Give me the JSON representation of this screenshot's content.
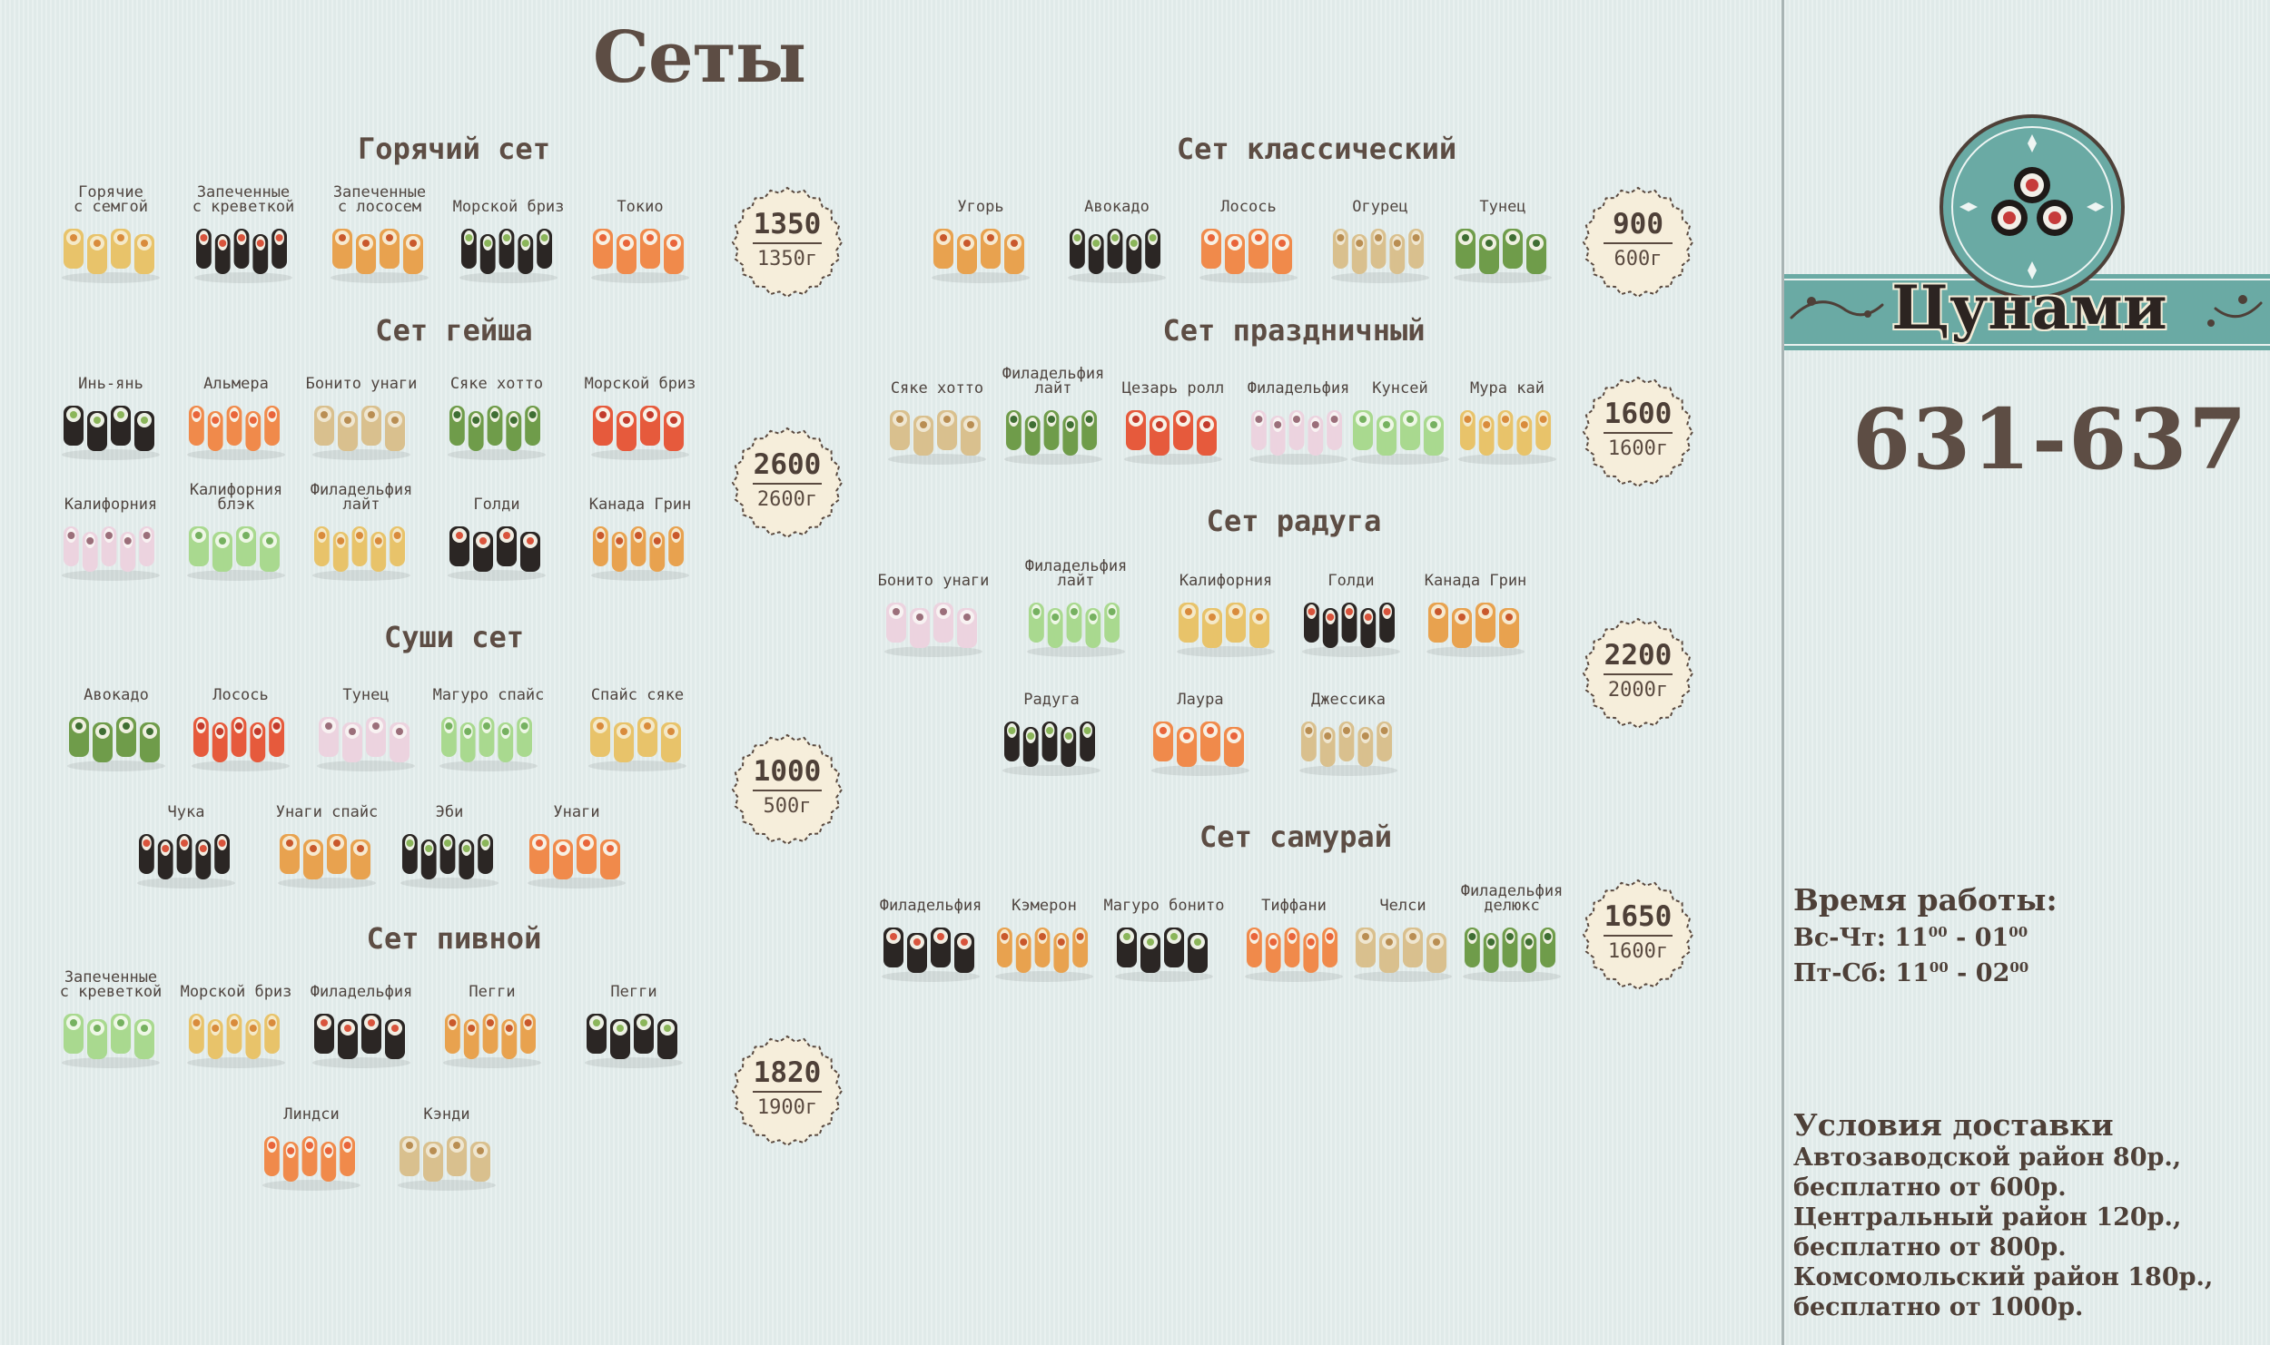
{
  "page_title": "Сеты",
  "brand": {
    "name": "Цунами",
    "phone": "631-637",
    "accent_teal": "#6aaaa4",
    "logo_icon": "sushi-logo-icon"
  },
  "colors": {
    "background": "#e3edec",
    "text": "#5d4d44",
    "badge_fill": "#f6eedb"
  },
  "sets": [
    {
      "title": "Горячий сет",
      "price": "1350",
      "weight": "1350г",
      "items": [
        "Горячие\nс семгой",
        "Запеченные\nс креветкой",
        "Запеченные\nс лососем",
        "Морской бриз",
        "Токио"
      ]
    },
    {
      "title": "Сет гейша",
      "price": "2600",
      "weight": "2600г",
      "items": [
        "Инь-янь",
        "Альмера",
        "Бонито унаги",
        "Сяке хотто",
        "Морской бриз",
        "Калифорния",
        "Калифорния\nблэк",
        "Филадельфия\nлайт",
        "Голди",
        "Канада Грин"
      ]
    },
    {
      "title": "Суши сет",
      "price": "1000",
      "weight": "500г",
      "items": [
        "Авокадо",
        "Лосось",
        "Тунец",
        "Магуро спайс",
        "Спайс сяке",
        "Чука",
        "Унаги спайс",
        "Эби",
        "Унаги"
      ]
    },
    {
      "title": "Сет пивной",
      "price": "1820",
      "weight": "1900г",
      "items": [
        "Запеченные\nс креветкой",
        "Морской бриз",
        "Филадельфия",
        "Пегги",
        "Пегги",
        "Линдси",
        "Кэнди"
      ]
    },
    {
      "title": "Сет классический",
      "price": "900",
      "weight": "600г",
      "items": [
        "Угорь",
        "Авокадо",
        "Лосось",
        "Огурец",
        "Тунец"
      ]
    },
    {
      "title": "Сет праздничный",
      "price": "1600",
      "weight": "1600г",
      "items": [
        "Сяке хотто",
        "Филадельфия\nлайт",
        "Цезарь ролл",
        "Филадельфия",
        "Кунсей",
        "Мура кай"
      ]
    },
    {
      "title": "Сет радуга",
      "price": "2200",
      "weight": "2000г",
      "items": [
        "Бонито унаги",
        "Филадельфия\nлайт",
        "Калифорния",
        "Голди",
        "Канада Грин",
        "Радуга",
        "Лаура",
        "Джессика"
      ]
    },
    {
      "title": "Сет самурай",
      "price": "1650",
      "weight": "1600г",
      "items": [
        "Филадельфия",
        "Кэмерон",
        "Магуро бонито",
        "Тиффани",
        "Челси",
        "Филадельфия\nделюкс"
      ]
    }
  ],
  "hours": {
    "title": "Время работы:",
    "lines": [
      {
        "days": "Вс-Чт:",
        "from_h": "11",
        "from_m": "00",
        "to_h": "01",
        "to_m": "00"
      },
      {
        "days": "Пт-Сб:",
        "from_h": "11",
        "from_m": "00",
        "to_h": "02",
        "to_m": "00"
      }
    ]
  },
  "delivery": {
    "title": "Условия доставки",
    "lines": [
      "Автозаводской район 80р.,",
      "бесплатно от 600р.",
      "Центральный район 120р.,",
      "бесплатно от 800р.",
      "Комсомольский район 180р.,",
      "бесплатно от 1000р."
    ]
  }
}
